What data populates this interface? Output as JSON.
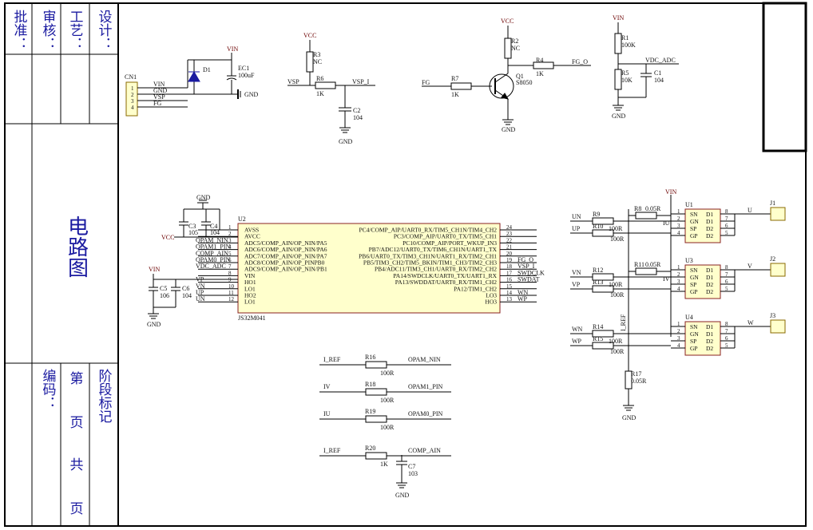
{
  "title_block": {
    "sign_labels": [
      "设计：",
      "工艺：",
      "审核：",
      "批准："
    ],
    "drawing_title": "电路图",
    "stage_mark": "阶段标记",
    "page_label": "第    页    共    页",
    "page_first": "第",
    "page_ye1": "页",
    "page_gong": "共",
    "page_ye2": "页",
    "code_label": "编码："
  },
  "top": {
    "cn1": {
      "ref": "CN1",
      "pins": [
        "1",
        "2",
        "3",
        "4"
      ],
      "nets": [
        "VIN",
        "GND",
        "VSP",
        "FG"
      ]
    },
    "d1": "D1",
    "vin": "VIN",
    "ec1": {
      "ref": "EC1",
      "value": "100uF"
    },
    "gnd": "GND",
    "vcc": "VCC",
    "r3": {
      "ref": "R3",
      "value": "NC"
    },
    "r6": {
      "ref": "R6",
      "value": "1K"
    },
    "vsp": "VSP",
    "vsp_i": "VSP_I",
    "c2": {
      "ref": "C2",
      "value": "104"
    },
    "fg": "FG",
    "r7": {
      "ref": "R7",
      "value": "1K"
    },
    "r2": {
      "ref": "R2",
      "value": "NC"
    },
    "r4": {
      "ref": "R4",
      "value": "1K"
    },
    "fg_o": "FG_O",
    "q1": {
      "ref": "Q1",
      "value": "S8050"
    },
    "r1": {
      "ref": "R1",
      "value": "100K"
    },
    "r5": {
      "ref": "R5",
      "value": "10K"
    },
    "c1": {
      "ref": "C1",
      "value": "104"
    },
    "vdc_adc": "VDC_ADC"
  },
  "mcu": {
    "ref": "U2",
    "part": "JS32M041",
    "left_pins": [
      {
        "num": "1",
        "name": "AVSS"
      },
      {
        "num": "2",
        "name": "AVCC"
      },
      {
        "num": "3",
        "name": "ADC5/COMP_AIN/OP_NIN/PA5"
      },
      {
        "num": "4",
        "name": "ADC6/COMP_AIN/OP_NIN/PA6"
      },
      {
        "num": "5",
        "name": "ADC7/COMP_AIN/OP_NIN/PA7"
      },
      {
        "num": "6",
        "name": "ADC8/COMP_AIN/OP_PINPB0"
      },
      {
        "num": "7",
        "name": "ADC9/COMP_AIN/OP_NIN/PB1"
      },
      {
        "num": "8",
        "name": "VIN"
      },
      {
        "num": "9",
        "name": "HO1"
      },
      {
        "num": "10",
        "name": "LO1"
      },
      {
        "num": "11",
        "name": "HO2"
      },
      {
        "num": "12",
        "name": "LO1"
      }
    ],
    "right_pins": [
      {
        "num": "24",
        "name": "PC4/COMP_AIP/UART0_RX/TIM5_CH1N/TIM4_CH2"
      },
      {
        "num": "23",
        "name": "PC3/COMP_AIP/UART0_TX/TIM5_CH1"
      },
      {
        "num": "22",
        "name": "PC10/COMP_AIP/PORT_WKUP_IN3"
      },
      {
        "num": "21",
        "name": "PB7/ADC12/UART0_TX/TIM6_CH1N/UART1_TX"
      },
      {
        "num": "20",
        "name": "PB6/UART0_TX/TIM3_CH1N/UART1_RX/TIM2_CH1"
      },
      {
        "num": "19",
        "name": "PB5/TIM3_CH2/TIM5_BKIN/TIM1_CH3/TIM2_CH3"
      },
      {
        "num": "18",
        "name": "PB4/ADC11/TIM3_CH1/UART0_RX/TIM2_CH2"
      },
      {
        "num": "17",
        "name": "PA14/SWDCLK/UART0_TX/UART1_RX"
      },
      {
        "num": "16",
        "name": "PA13/SWDDAT/UART0_RX/TIM1_CH2"
      },
      {
        "num": "15",
        "name": "PA12/TIM1_CH2"
      },
      {
        "num": "14",
        "name": "LO3"
      },
      {
        "num": "13",
        "name": "HO3"
      }
    ],
    "left_nets": [
      "",
      "",
      "OPAM_NIN",
      "OPAM1_PIN",
      "COMP_AIN",
      "OPAM0_PIN",
      "VDC_ADC",
      "",
      "VP",
      "VN",
      "UP",
      "UN"
    ],
    "right_nets": [
      "",
      "",
      "",
      "",
      "",
      "FG_O",
      "VSP_I",
      "SWDCLK",
      "SWDAT",
      "",
      "WN",
      "WP"
    ],
    "gnd": "GND",
    "vcc": "VCC",
    "vin": "VIN",
    "c3": {
      "ref": "C3",
      "value": "105"
    },
    "c4": {
      "ref": "C4",
      "value": "104"
    },
    "c5": {
      "ref": "C5",
      "value": "106"
    },
    "c6": {
      "ref": "C6",
      "value": "104"
    }
  },
  "drivers": [
    {
      "ref": "U1",
      "hin": "UN",
      "lin": "UP",
      "rh": {
        "ref": "R9",
        "value": "100R"
      },
      "rl": {
        "ref": "R10",
        "value": "100R"
      },
      "rs": {
        "ref": "R8",
        "value": "0.05R"
      },
      "isense": "IU",
      "out": "U",
      "conn": "J1"
    },
    {
      "ref": "U3",
      "hin": "VN",
      "lin": "VP",
      "rh": {
        "ref": "R12",
        "value": "100R"
      },
      "rl": {
        "ref": "R13",
        "value": "100R"
      },
      "rs": {
        "ref": "R11",
        "value": "0.05R"
      },
      "isense": "IV",
      "out": "V",
      "conn": "J2"
    },
    {
      "ref": "U4",
      "hin": "WN",
      "lin": "WP",
      "rh": {
        "ref": "R14",
        "value": "100R"
      },
      "rl": {
        "ref": "R15",
        "value": "100R"
      },
      "rs": null,
      "isense": "",
      "out": "W",
      "conn": "J3"
    }
  ],
  "driver_pins_left": [
    "SN",
    "GN",
    "SP",
    "GP"
  ],
  "driver_pins_right": [
    "D1",
    "D1",
    "D2",
    "D2"
  ],
  "driver_pin_nums_left": [
    "1",
    "2",
    "3",
    "4"
  ],
  "driver_pin_nums_right": [
    "8",
    "7",
    "6",
    "5"
  ],
  "drv_vin": "VIN",
  "i_ref": "I_REF",
  "r17": {
    "ref": "R17",
    "value": "0.05R"
  },
  "opamp": [
    {
      "in": "I_REF",
      "ref": "R16",
      "value": "100R",
      "out": "OPAM_NIN"
    },
    {
      "in": "IV",
      "ref": "R18",
      "value": "100R",
      "out": "OPAM1_PIN"
    },
    {
      "in": "IU",
      "ref": "R19",
      "value": "100R",
      "out": "OPAM0_PIN"
    },
    {
      "in": "I_REF",
      "ref": "R20",
      "value": "1K",
      "out": "COMP_AIN"
    }
  ],
  "c7": {
    "ref": "C7",
    "value": "103"
  }
}
